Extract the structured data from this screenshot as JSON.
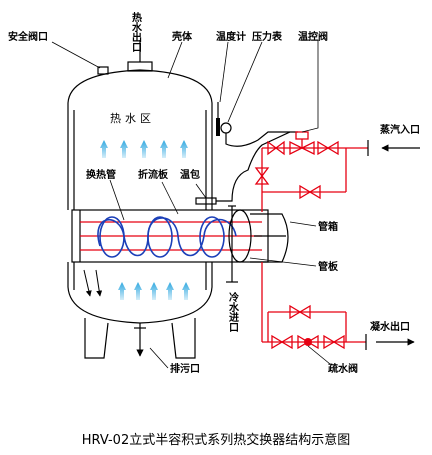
{
  "labels": {
    "safety_valve": "安全阀口",
    "hot_water_outlet": "热水出口",
    "shell": "壳体",
    "thermometer": "温度计",
    "pressure_gauge": "压力表",
    "temp_control_valve": "温控阀",
    "steam_inlet": "蒸汽入口",
    "hot_water_zone": "热水区",
    "heat_exchange_tube": "换热管",
    "baffle": "折流板",
    "temp_bulb": "温包",
    "tube_box": "管箱",
    "tube_sheet": "管板",
    "cold_water_inlet": "冷水进口",
    "condensate_outlet": "凝水出口",
    "drain_outlet": "排污口",
    "steam_trap": "疏水阀"
  },
  "caption": "HRV-02立式半容积式系列热交换器结构示意图",
  "colors": {
    "steam_piping": "#e60012",
    "heat_tube": "#1b3fb8",
    "water_flow": "#2fa8e0"
  }
}
